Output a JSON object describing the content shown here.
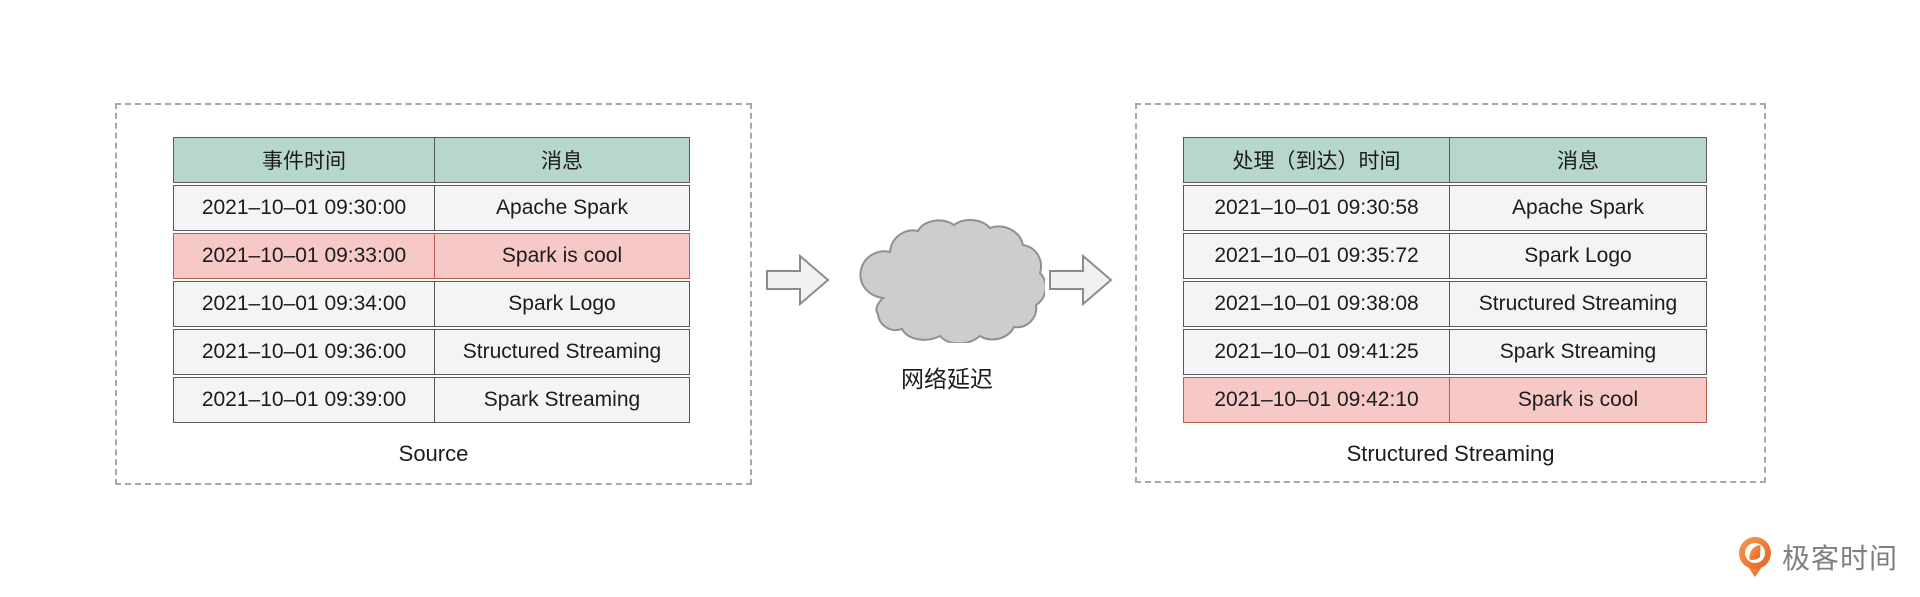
{
  "source_panel": {
    "caption": "Source",
    "table": {
      "headers": [
        "事件时间",
        "消息"
      ],
      "rows": [
        {
          "time": "2021–10–01 09:30:00",
          "message": "Apache Spark",
          "highlight": false
        },
        {
          "time": "2021–10–01 09:33:00",
          "message": "Spark is cool",
          "highlight": true
        },
        {
          "time": "2021–10–01 09:34:00",
          "message": "Spark Logo",
          "highlight": false
        },
        {
          "time": "2021–10–01 09:36:00",
          "message": "Structured Streaming",
          "highlight": false
        },
        {
          "time": "2021–10–01 09:39:00",
          "message": "Spark Streaming",
          "highlight": false
        }
      ]
    }
  },
  "network": {
    "label": "网络延迟"
  },
  "sink_panel": {
    "caption": "Structured Streaming",
    "table": {
      "headers": [
        "处理（到达）时间",
        "消息"
      ],
      "rows": [
        {
          "time": "2021–10–01 09:30:58",
          "message": "Apache Spark",
          "highlight": false
        },
        {
          "time": "2021–10–01 09:35:72",
          "message": "Spark Logo",
          "highlight": false
        },
        {
          "time": "2021–10–01 09:38:08",
          "message": "Structured Streaming",
          "highlight": false
        },
        {
          "time": "2021–10–01 09:41:25",
          "message": "Spark Streaming",
          "highlight": false
        },
        {
          "time": "2021–10–01 09:42:10",
          "message": "Spark is cool",
          "highlight": true
        }
      ]
    }
  },
  "branding": {
    "logo_text": "极客时间"
  },
  "colors": {
    "header_bg": "#b7d7cc",
    "row_bg": "#f4f4f4",
    "highlight_bg": "#f6c8c6",
    "highlight_border": "#c05b52",
    "table_border": "#595959",
    "dashed_border": "#a8a8a8",
    "arrow_fill": "#f1f1f1",
    "arrow_stroke": "#8c8c8c",
    "cloud_fill": "#cdcdcd",
    "cloud_stroke": "#909090",
    "logo_orange": "#ed7d31",
    "logo_text_color": "#7f7f7f"
  }
}
